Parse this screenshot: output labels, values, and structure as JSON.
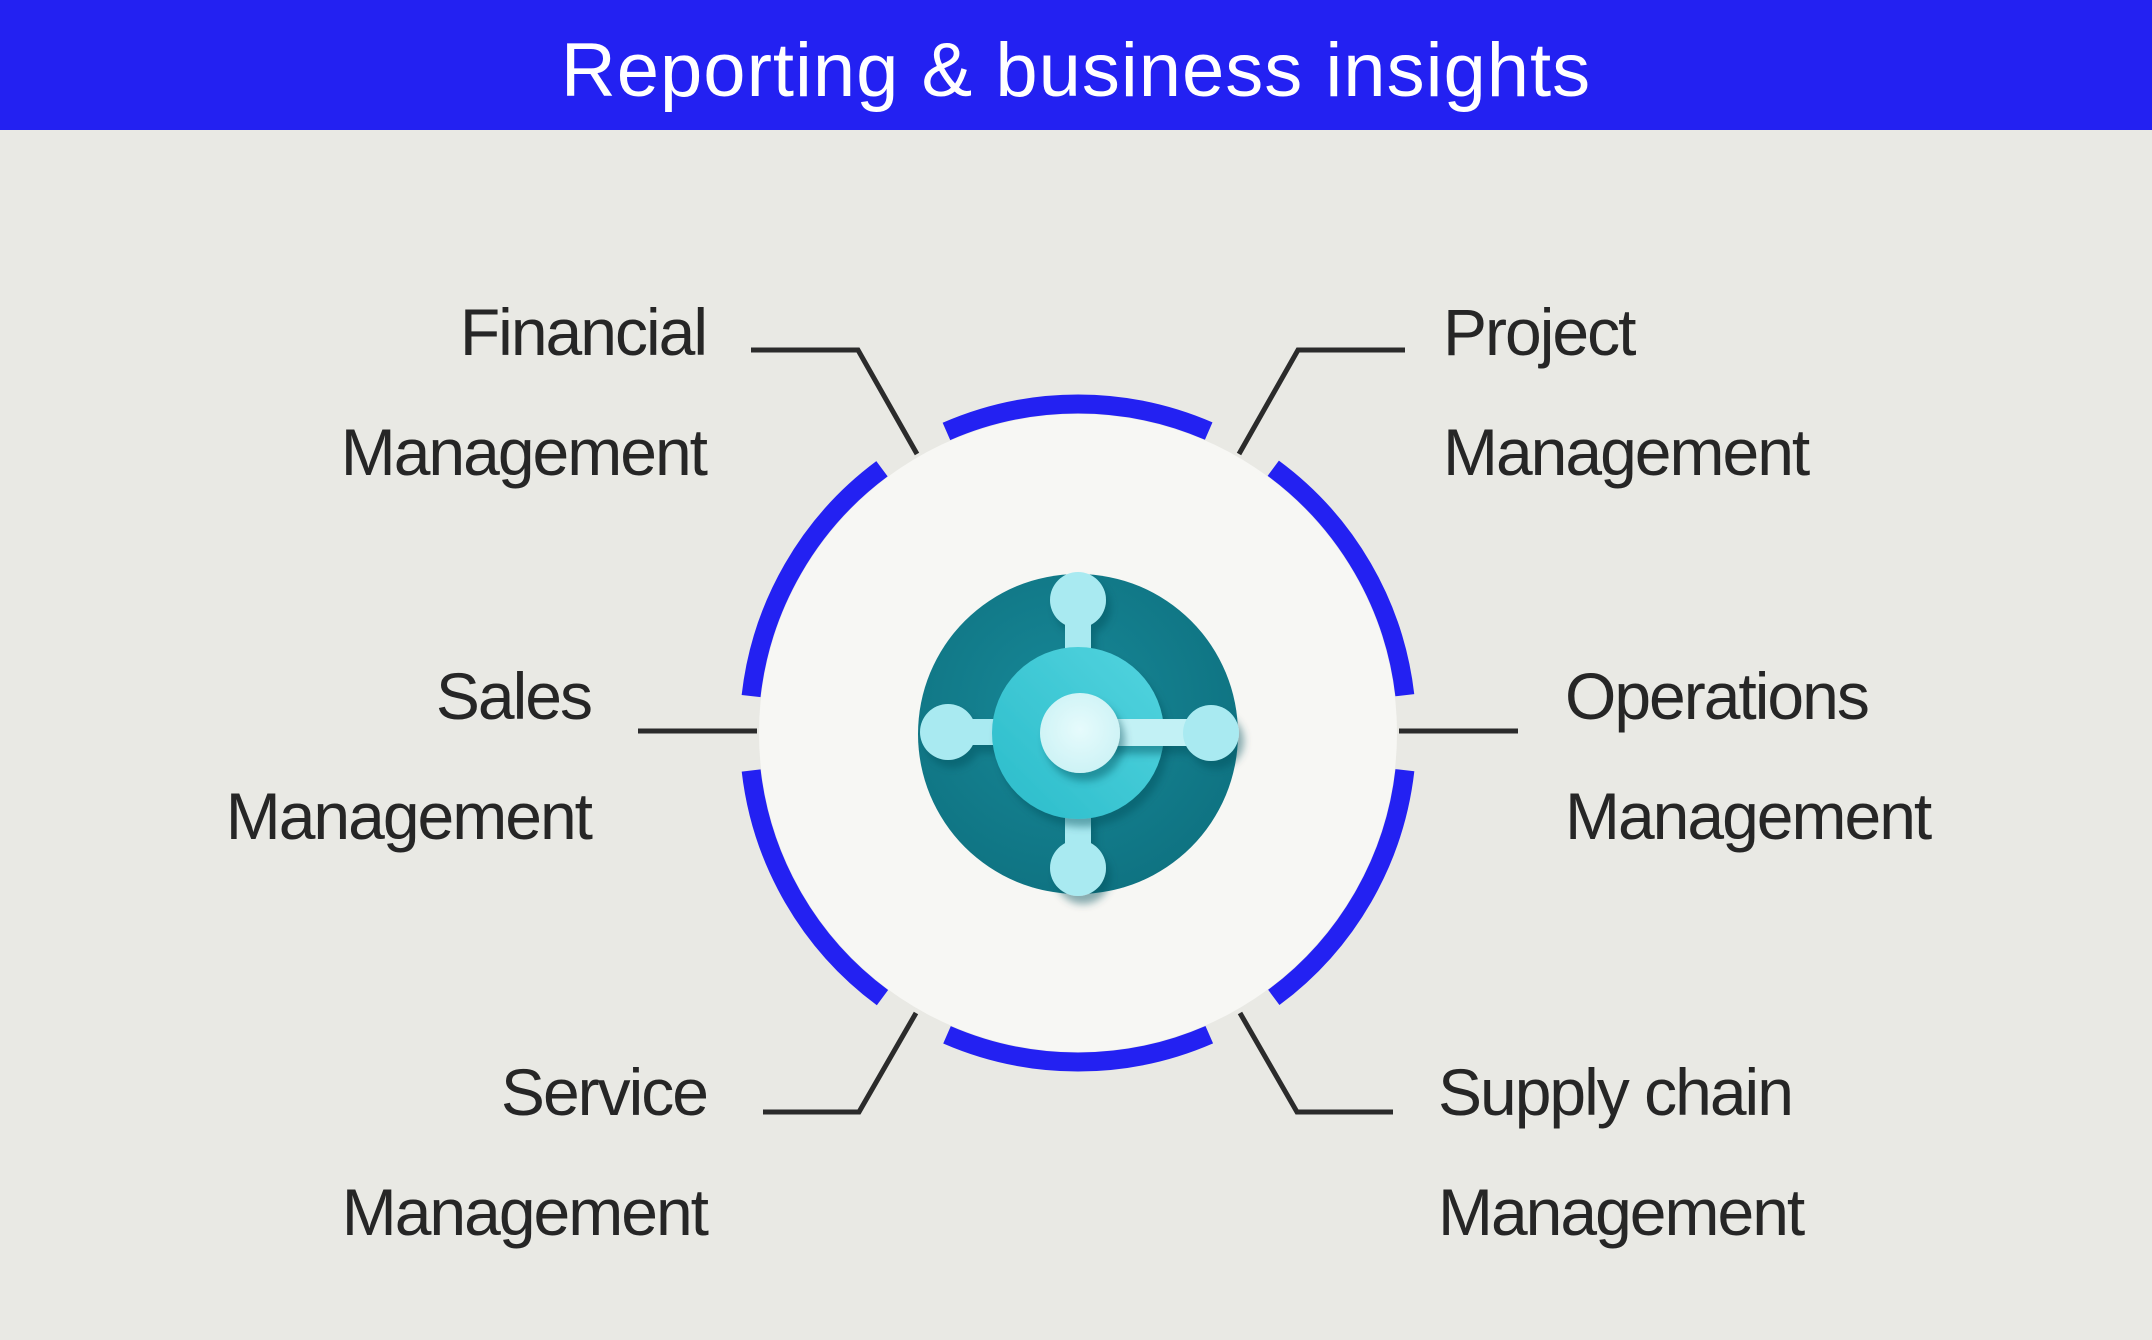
{
  "header": {
    "title": "Reporting & business insights"
  },
  "colors": {
    "background": "#E9E9E4",
    "accent_blue": "#2321F2",
    "white_circle": "#F7F7F4",
    "connector_line": "#2B2B2B",
    "label_text": "#262626",
    "icon_outer_teal": "#0E7180",
    "icon_inner_teal": "#35C4D1",
    "icon_light_cyan": "#A9EAF1"
  },
  "diagram": {
    "center_icon": "dynamics-business-central-logo",
    "labels": [
      {
        "id": "financial",
        "position": "top-left",
        "line1": "Financial",
        "line2": "Management"
      },
      {
        "id": "project",
        "position": "top-right",
        "line1": "Project",
        "line2": "Management"
      },
      {
        "id": "sales",
        "position": "middle-left",
        "line1": "Sales",
        "line2": "Management"
      },
      {
        "id": "operations",
        "position": "middle-right",
        "line1": "Operations",
        "line2": "Management"
      },
      {
        "id": "service",
        "position": "bottom-left",
        "line1": "Service",
        "line2": "Management"
      },
      {
        "id": "supply",
        "position": "bottom-right",
        "line1": "Supply chain",
        "line2": "Management"
      }
    ]
  }
}
